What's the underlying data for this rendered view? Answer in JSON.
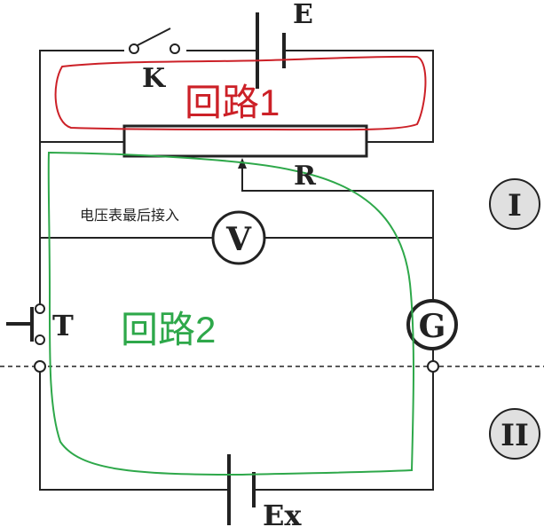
{
  "labels": {
    "battery_E": "E",
    "switch_K": "K",
    "rheostat_R": "R",
    "voltmeter": "V",
    "galvanometer": "G",
    "switch_T": "T",
    "battery_Ex": "Ex",
    "loop1": "回路1",
    "loop2": "回路2",
    "voltmeter_note": "电压表最后接入",
    "region_1": "I",
    "region_2": "II"
  },
  "colors": {
    "wire": "#222222",
    "loop1": "#cc2027",
    "loop2": "#2ea84a",
    "region_badge_fill": "#e0e0e0",
    "background": "#ffffff"
  }
}
